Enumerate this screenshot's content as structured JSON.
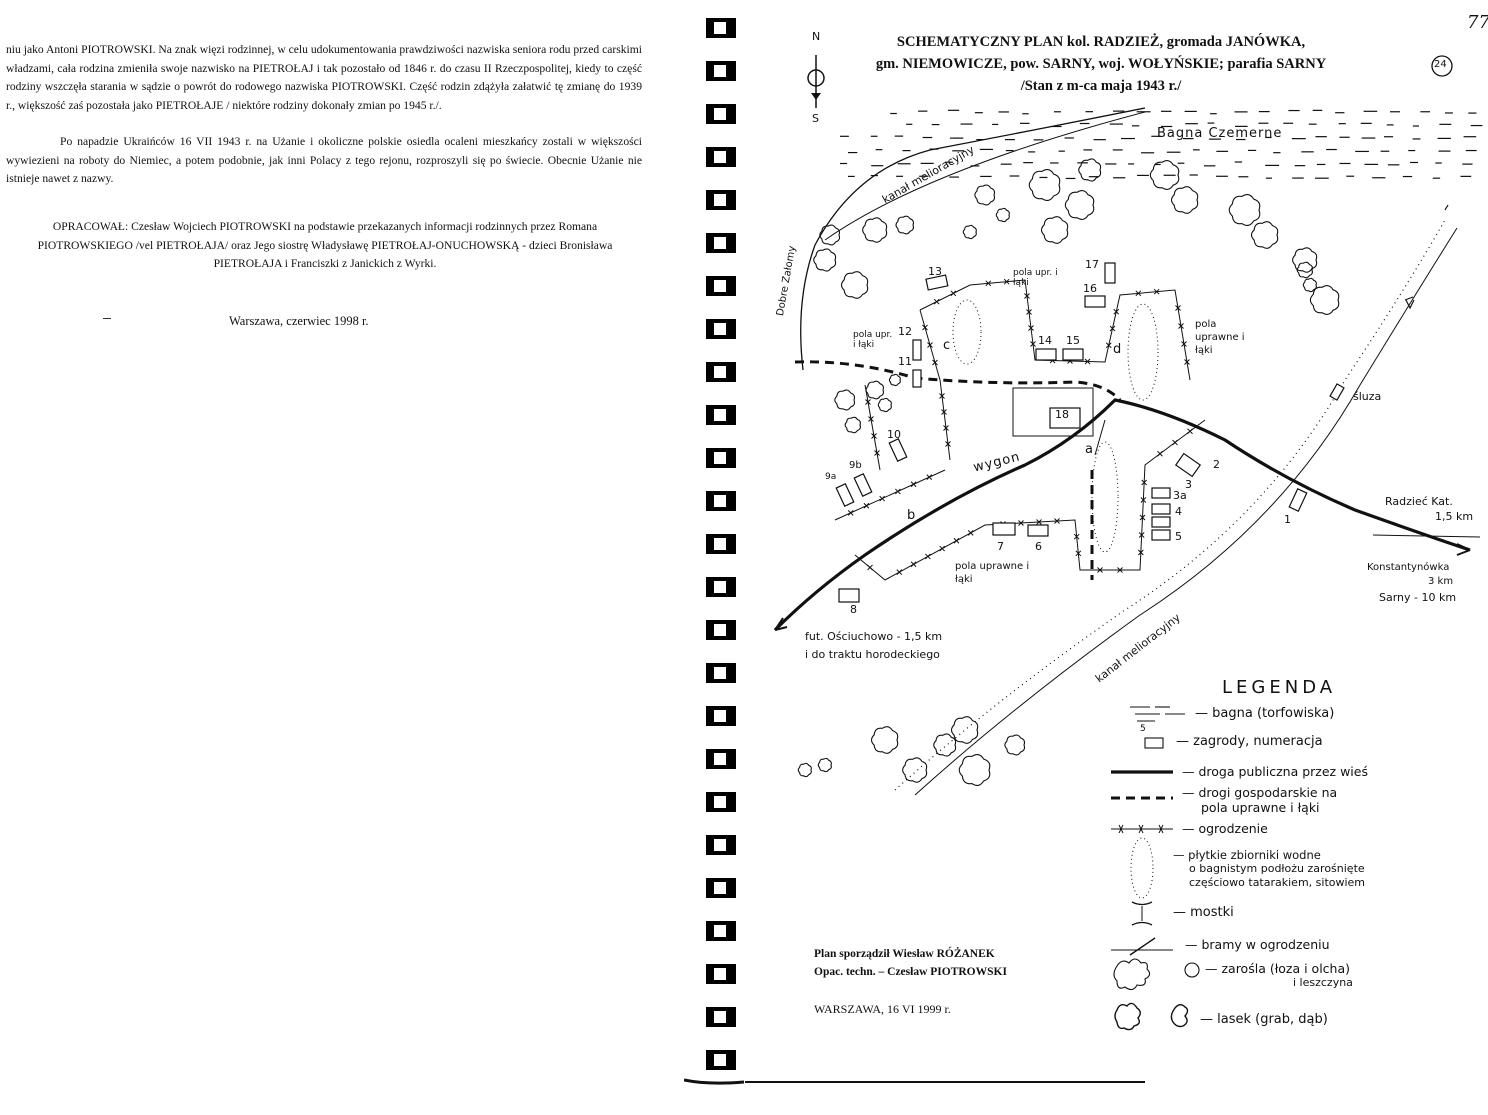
{
  "left_page": {
    "paragraph_1": "niu jako Antoni PIOTROWSKI. Na znak więzi rodzinnej, w celu udokumentowania prawdziwości nazwiska seniora rodu przed carskimi władzami, cała rodzina zmieniła swoje nazwisko na PIETROŁAJ i tak pozostało od 1846 r. do czasu II Rzeczpospolitej, kiedy to część rodziny wszczęła starania w sądzie o powrót do rodowego nazwiska PIOTROWSKI. Część rodzin zdążyła załatwić tę zmianę do 1939 r., większość zaś pozostała jako PIETROŁAJE / niektóre rodziny dokonały zmian po 1945 r./.",
    "paragraph_2": "Po napadzie Ukraińców 16 VII 1943 r. na Użanie i okoliczne polskie osiedla ocaleni mieszkańcy zostali w większości wywiezieni na roboty do Niemiec, a potem podobnie, jak inni Polacy z tego rejonu, rozproszyli się po świecie. Obecnie Użanie nie istnieje nawet z nazwy.",
    "credits": "OPRACOWAŁ: Czesław Wojciech PIOTROWSKI na podstawie przekazanych informacji rodzinnych przez Romana PIOTROWSKIEGO /vel PIETROŁAJA/ oraz Jego siostrę Władysławę PIETROŁAJ-ONUCHOWSKĄ - dzieci Bronisława PIETROŁAJA i Franciszki z Janickich z Wyrki.",
    "place_date": "Warszawa, czerwiec 1998 r."
  },
  "right_page": {
    "page_number": "77",
    "title_line_1": "SCHEMATYCZNY PLAN kol. RADZIEŻ, gromada JANÓWKA,",
    "title_line_2": "gm. NIEMOWICZE, pow. SARNY, woj. WOŁYŃSKIE; parafia SARNY",
    "title_line_3": "/Stan z m-ca maja 1943 r./",
    "circle_number": "24",
    "compass_n": "N",
    "compass_s": "S",
    "labels": {
      "bagna": "Bagna Czemerne",
      "kanal_top": "kanał melioracyjny",
      "kanal_bottom": "kanał melioracyjny",
      "dobre_zalomy": "Dobre Załomy",
      "pola_upr_lewe": "pola upr. i łąki",
      "pola_upr_gorne": "pola upr. i łąki",
      "pola_uprawne_prawe": "pola uprawne i łąki",
      "pola_uprawne_dolne": "pola uprawne i łąki",
      "wygon": "wygon",
      "sluza": "śluza",
      "radziec": "Radzieć Kat.",
      "radziec_km": "1,5 km",
      "konstantynowka": "Konstantynówka",
      "konstantynowka_km": "3 km",
      "sarny": "Sarny - 10 km",
      "futor": "fut. Ościuchowo - 1,5 km",
      "futor_2": "i do traktu horodeckiego",
      "letter_a": "a",
      "letter_b": "b",
      "letter_c": "c",
      "letter_d": "d"
    },
    "farms": [
      "1",
      "2",
      "3",
      "3a",
      "4",
      "5",
      "6",
      "7",
      "8",
      "9a",
      "9b",
      "10",
      "11",
      "12",
      "13",
      "14",
      "15",
      "16",
      "17",
      "18"
    ],
    "legend_title": "LEGENDA",
    "legend": {
      "bagna": "— bagna (torfowiska)",
      "zagrody": "— zagrody, numeracja",
      "zagrody_num": "5",
      "droga": "— droga publiczna przez wieś",
      "drogi_1": "— drogi gospodarskie na",
      "drogi_2": "pola uprawne i łąki",
      "ogrodzenie": "— ogrodzenie",
      "zbiorniki_1": "— płytkie zbiorniki wodne",
      "zbiorniki_2": "o bagnistym podłożu zarośnięte",
      "zbiorniki_3": "częściowo tatarakiem, sitowiem",
      "mostki": "— mostki",
      "bramy": "— bramy w ogrodzeniu",
      "zarosla_1": "— zarośla (łoza i olcha)",
      "zarosla_2": "i leszczyna",
      "lasek": "— lasek (grab, dąb)"
    },
    "author_1": "Plan sporządził Wiesław RÓŻANEK",
    "author_2": "Opac. techn. – Czesław PIOTROWSKI",
    "place_date": "WARSZAWA, 16 VI 1999 r."
  }
}
